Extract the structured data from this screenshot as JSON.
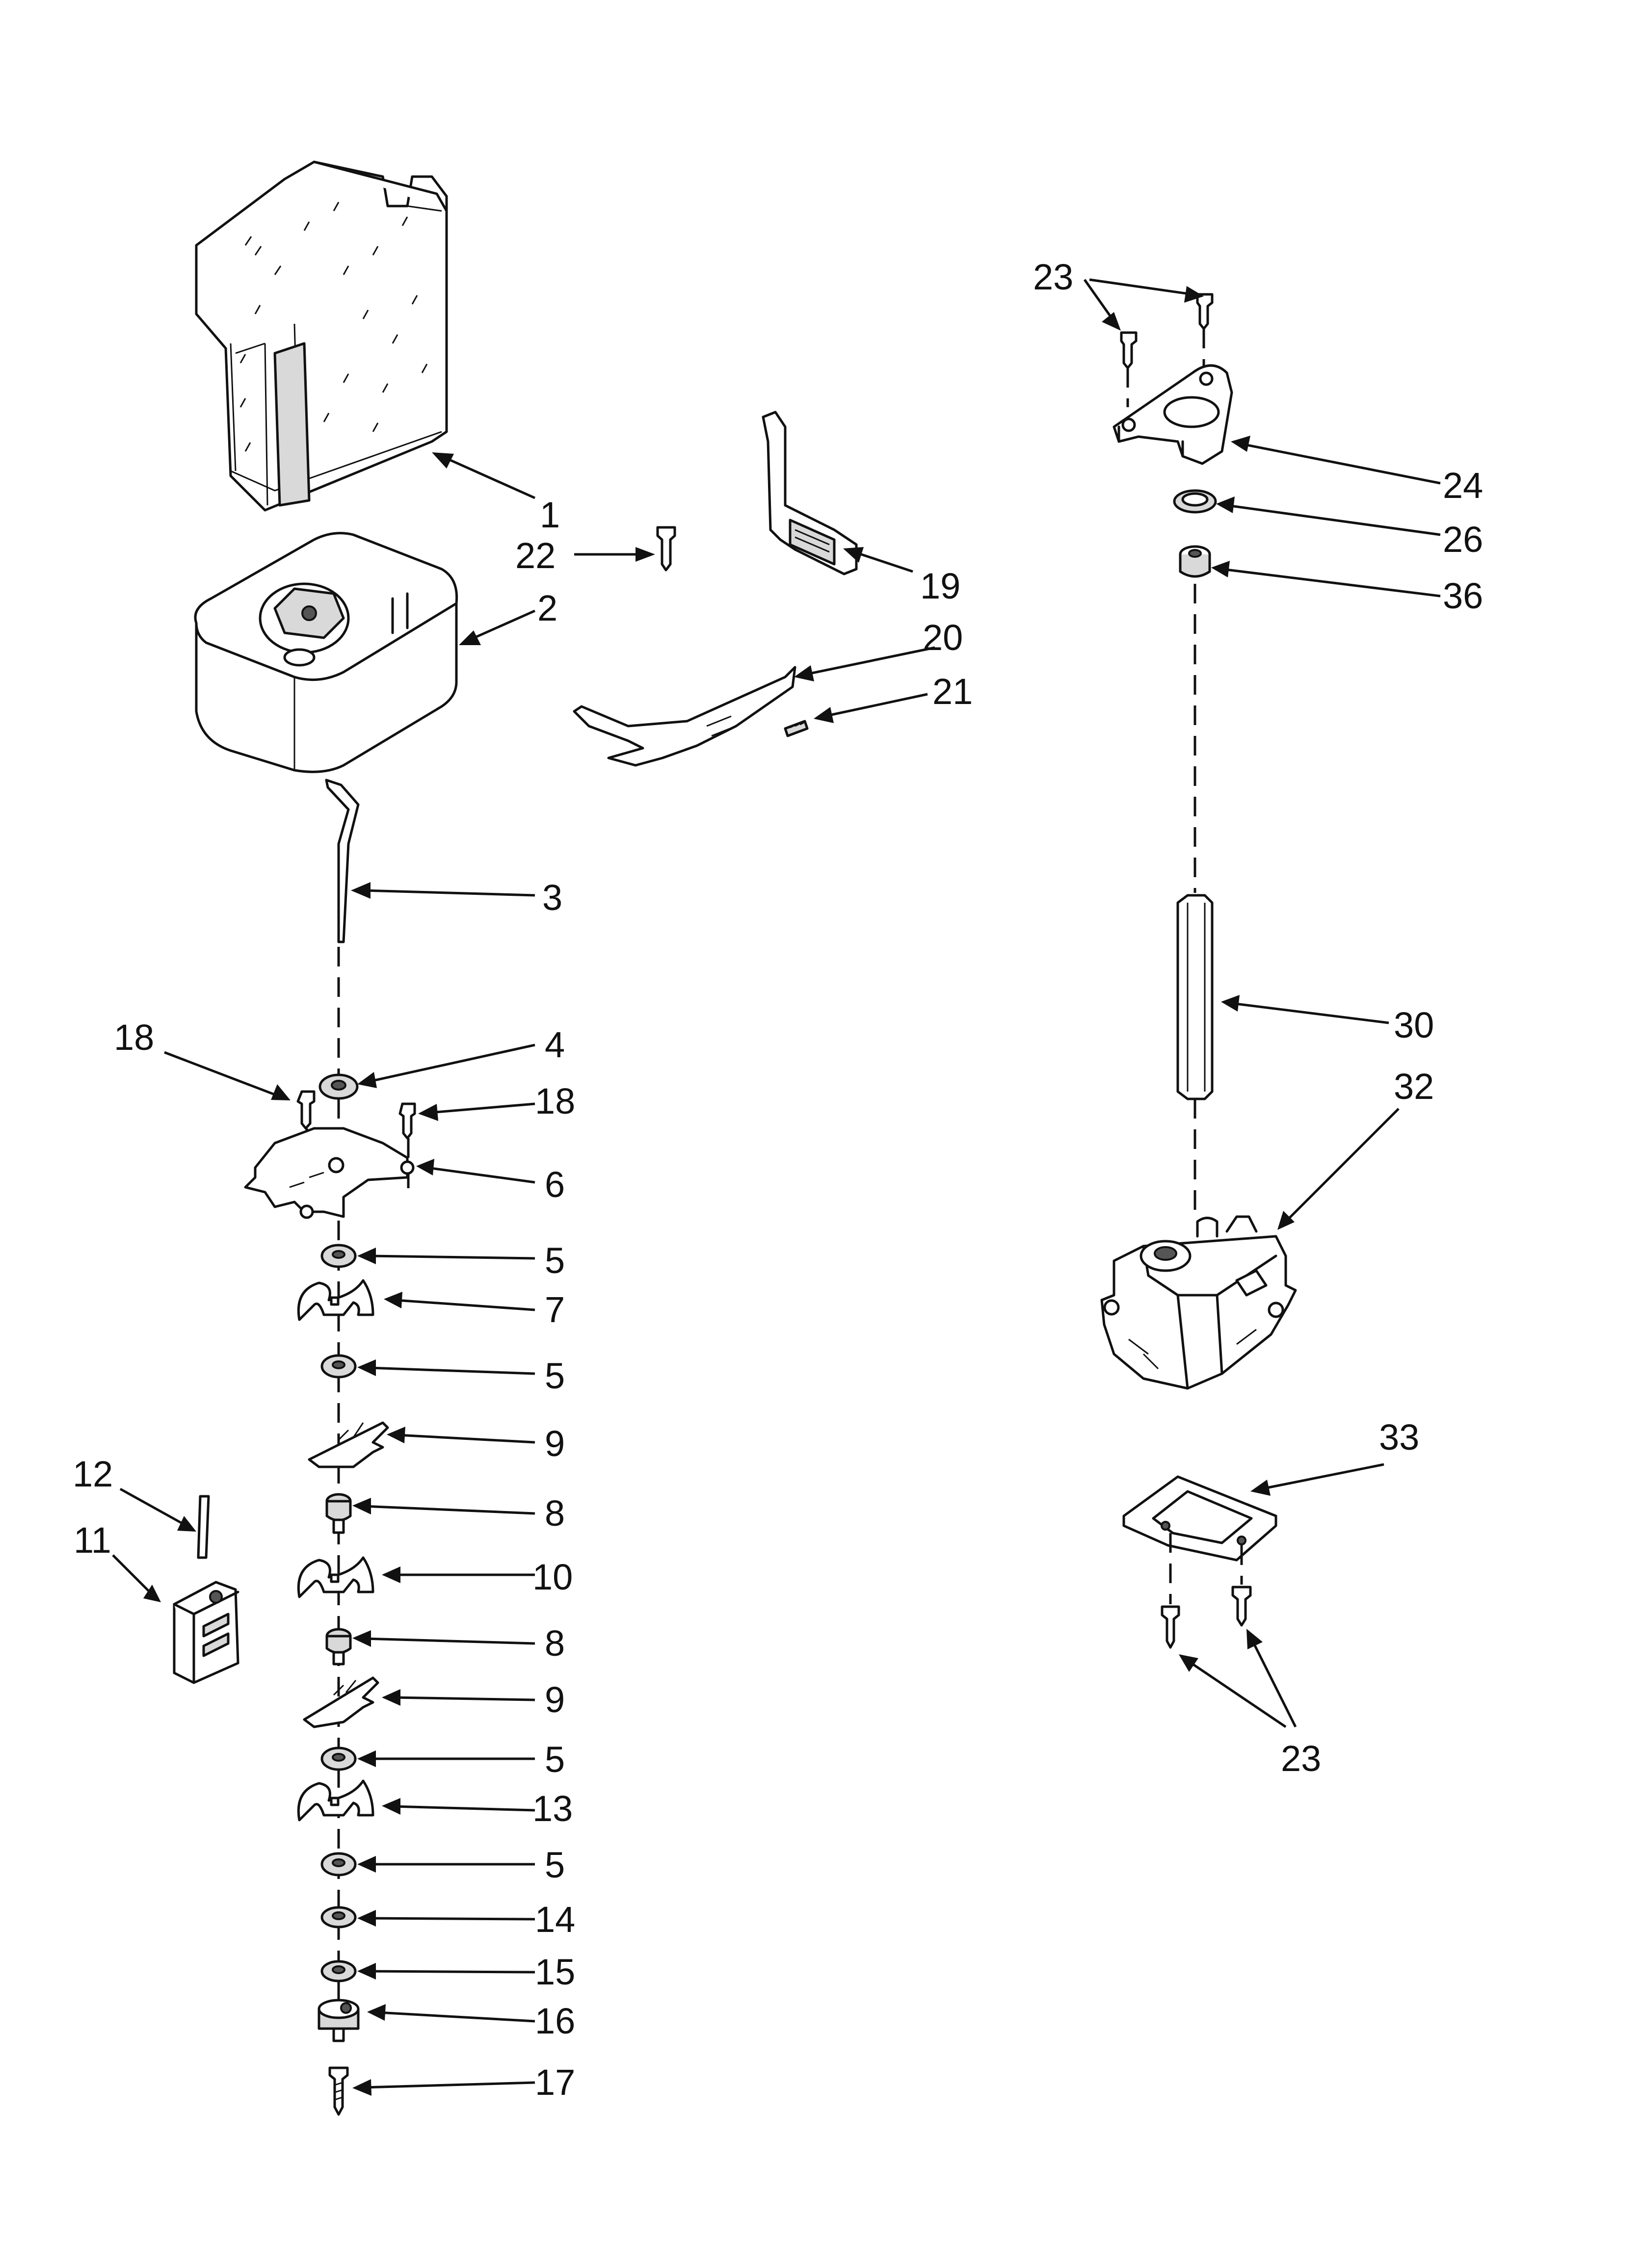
{
  "diagram": {
    "type": "exploded parts diagram",
    "callouts": {
      "c1": "1",
      "c2": "2",
      "c3": "3",
      "c4": "4",
      "c5a": "5",
      "c5b": "5",
      "c5c": "5",
      "c5d": "5",
      "c6": "6",
      "c7": "7",
      "c8a": "8",
      "c8b": "8",
      "c9a": "9",
      "c9b": "9",
      "c10": "10",
      "c11": "11",
      "c12": "12",
      "c13": "13",
      "c14": "14",
      "c15": "15",
      "c16": "16",
      "c17": "17",
      "c18a": "18",
      "c18b": "18",
      "c19": "19",
      "c20": "20",
      "c21": "21",
      "c22": "22",
      "c23a": "23",
      "c23b": "23",
      "c24": "24",
      "c26": "26",
      "c30": "30",
      "c32": "32",
      "c33": "33",
      "c36": "36"
    }
  }
}
